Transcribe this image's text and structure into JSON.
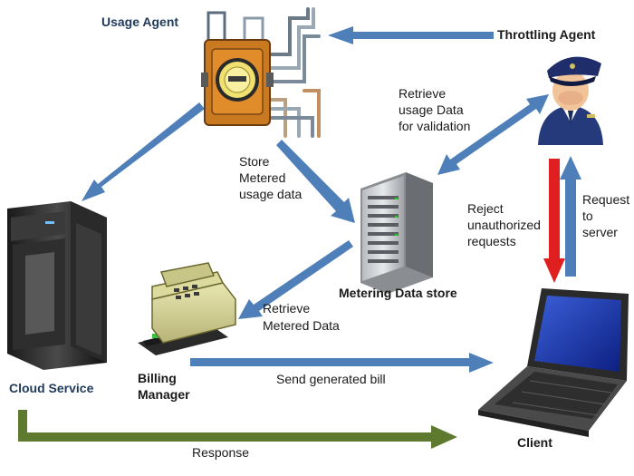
{
  "nodes": {
    "usage_agent": "Usage Agent",
    "throttling_agent": "Throttling Agent",
    "metering_store": "Metering Data store",
    "cloud_service": "Cloud Service",
    "billing_manager_1": "Billing",
    "billing_manager_2": "Manager",
    "client": "Client"
  },
  "edges": {
    "retrieve_usage": [
      "Retrieve",
      "usage Data",
      "for validation"
    ],
    "store_metered": [
      "Store",
      "Metered",
      "usage data"
    ],
    "reject": [
      "Reject",
      "unauthorized",
      "requests"
    ],
    "request": [
      "Request",
      "to",
      "server"
    ],
    "retrieve_metered": [
      "Retrieve",
      "Metered Data"
    ],
    "send_bill": "Send generated bill",
    "response": "Response"
  },
  "colors": {
    "flow_arrow": "#4f7fb8",
    "response_arrow": "#5e7a2e",
    "reject_arrow": "#e02020"
  }
}
